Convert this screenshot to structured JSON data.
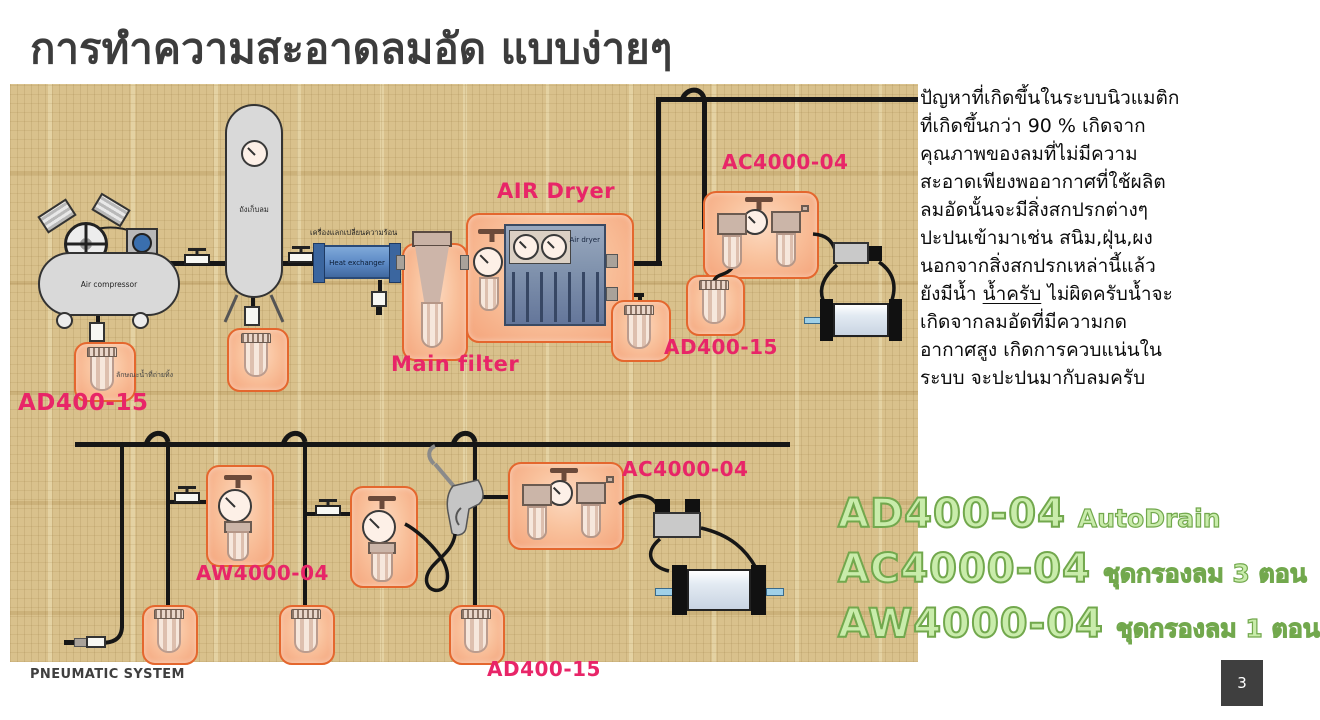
{
  "slide": {
    "title": "การทำความสะอาดลมอัด แบบง่ายๆ",
    "footer": "PNEUMATIC SYSTEM",
    "page_number": "3"
  },
  "paragraph": {
    "lines_before": [
      "ปัญหาที่เกิดขึ้นในระบบนิวแมติก",
      "ที่เกิดขึ้นกว่า 90 % เกิดจาก",
      "คุณภาพของลมที่ไม่มีความ",
      "สะอาดเพียงพออากาศที่ใช้ผลิต",
      "ลมอัดนั้นจะมีสิ่งสกปรกต่างๆ",
      "ปะปนเข้ามาเช่น สนิม,ฝุ่น,ผง",
      "นอกจากสิ่งสกปรกเหล่านี้แล้ว"
    ],
    "water_line": {
      "pre": "ยังมีน้ำ ",
      "underlined": "น้ำครับ",
      "post": " ไม่ผิดครับน้ำจะ"
    },
    "lines_after": [
      "เกิดจากลมอัดที่มีความกด",
      "อากาศสูง เกิดการควบแน่นใน",
      "ระบบ จะปะปนมากับลมครับ"
    ]
  },
  "diagram": {
    "labels": {
      "drain_compressor": "AD400-15",
      "air_dryer": "AIR Dryer",
      "main_filter": "Main filter",
      "frl_top": "AC4000-04",
      "drain_mid": "AD400-15",
      "aw_unit": "AW4000-04",
      "frl_bottom": "AC4000-04",
      "drain_bottom": "AD400-15"
    },
    "equipment": {
      "air_compressor": "Air compressor",
      "air_tank": "ถังเก็บลม",
      "heat_exchanger_thai": "เครื่องแลกเปลี่ยนความร้อน",
      "heat_exchanger": "Heat exchanger",
      "air_dryer_unit": "Air dryer",
      "drain_note": "ลักษณะน้ำที่ถ่ายทิ้ง"
    }
  },
  "legend": {
    "items": [
      {
        "code": "AD400-04",
        "desc": "AutoDrain"
      },
      {
        "code": "AC4000-04",
        "desc": "ชุดกรองลม 3 ตอน"
      },
      {
        "code": "AW4000-04",
        "desc": "ชุดกรองลม 1 ตอน"
      }
    ]
  },
  "colors": {
    "label_magenta": "#e82568",
    "legend_green": "#c9ecab",
    "wood": "#d9c18c"
  }
}
